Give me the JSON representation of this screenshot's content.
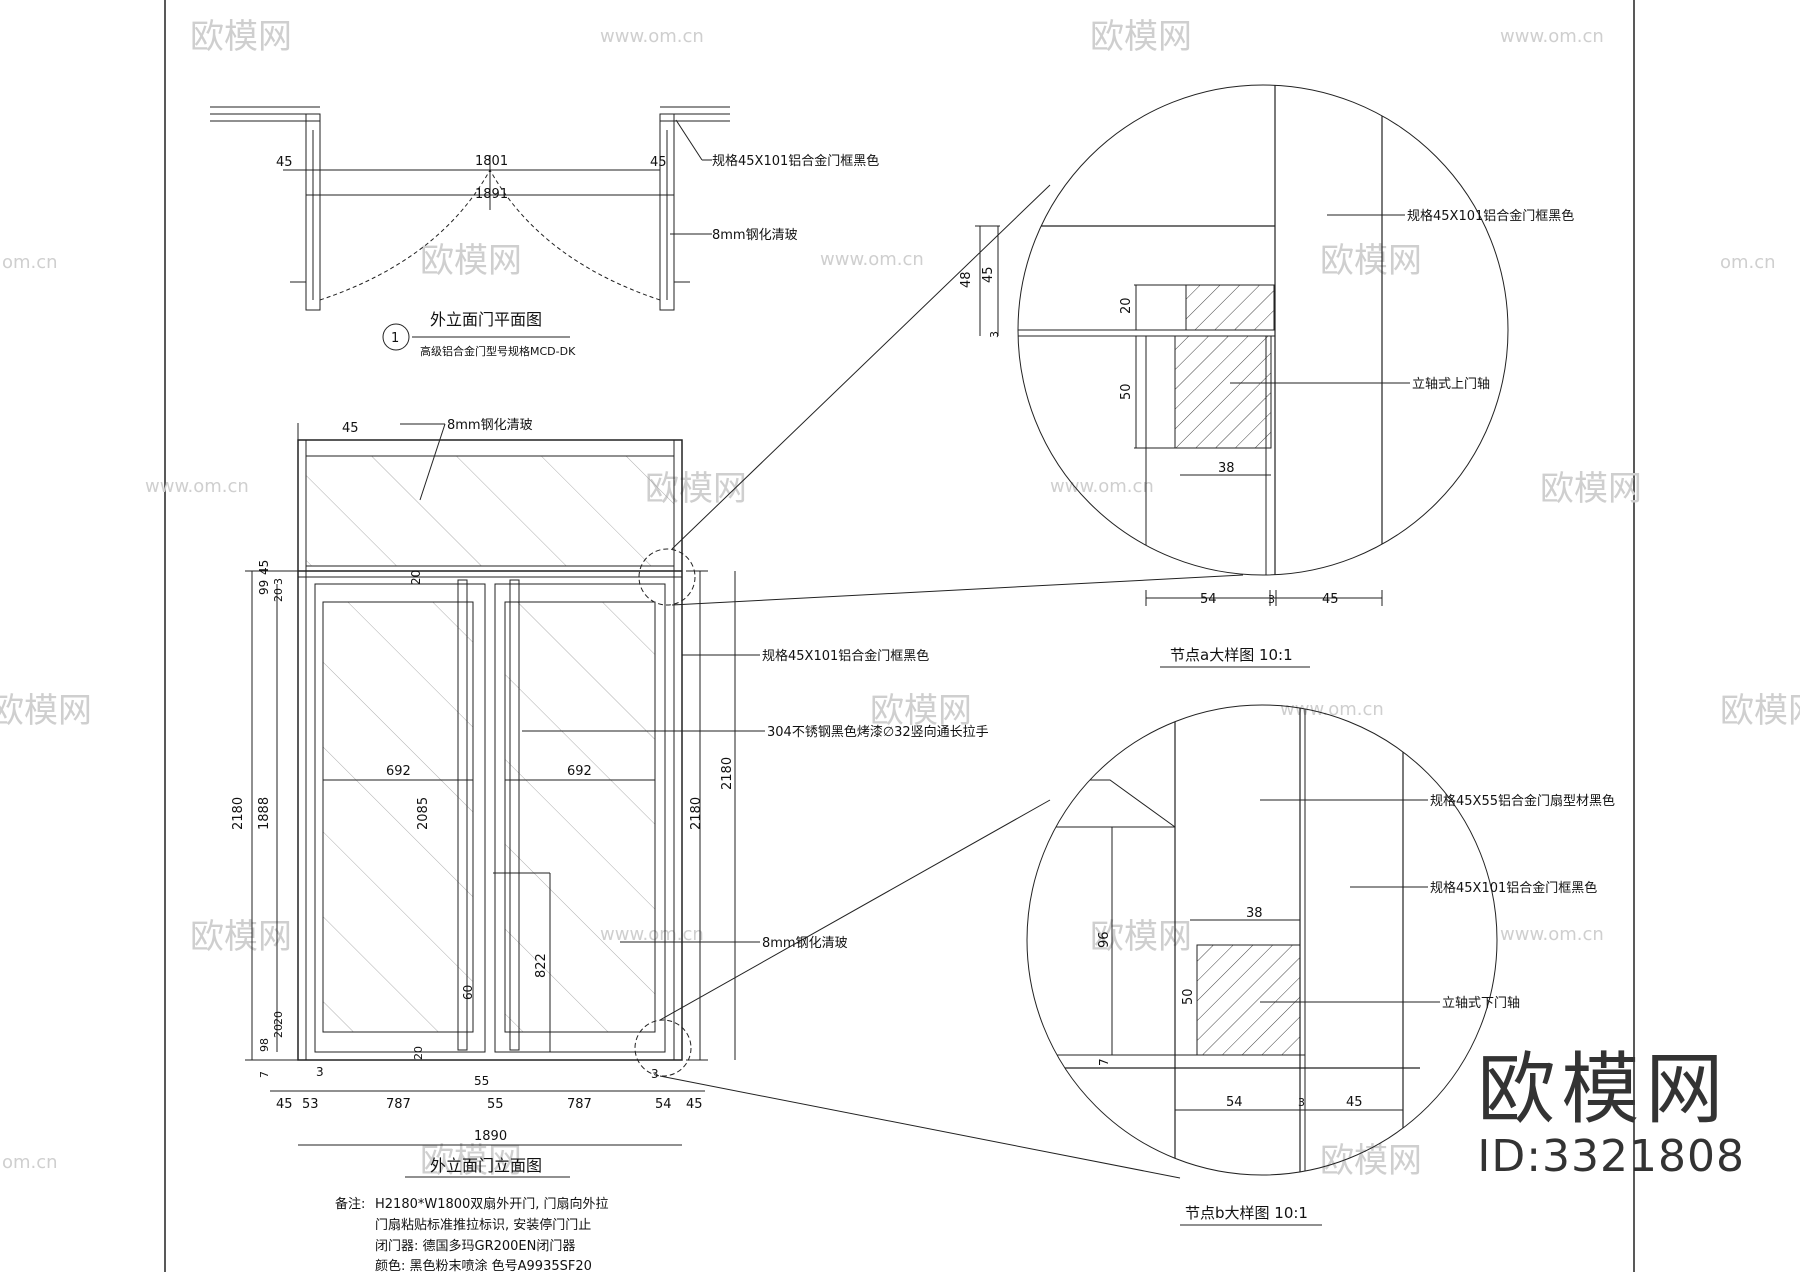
{
  "watermarks": {
    "brand": "欧模网",
    "url": "www.om.cn",
    "url_short": "om.cn",
    "brand_partial": "欧模网"
  },
  "plan": {
    "title": "外立面门平面图",
    "index": "1",
    "subtitle": "高级铝合金门型号规格MCD-DK",
    "dims": {
      "d1801": "1801",
      "d1891": "1891",
      "d45l": "45",
      "d45r": "45"
    },
    "notes": {
      "frame": "规格45X101铝合金门框黑色",
      "glass": "8mm钢化清玻"
    }
  },
  "elevation": {
    "title": "外立面门立面图",
    "notes": {
      "glass_top": "8mm钢化清玻",
      "frame": "规格45X101铝合金门框黑色",
      "handle": "304不锈钢黑色烤漆∅32竖向通长拉手",
      "glass": "8mm钢化清玻"
    },
    "dims": {
      "top45": "45",
      "h2180_l": "2180",
      "h1888": "1888",
      "h2085": "2085",
      "h2180_r": "2180",
      "w692_l": "692",
      "w692_r": "692",
      "h822": "822",
      "v60": "60",
      "s99": "99",
      "s45": "45",
      "s20": "20",
      "s3": "3",
      "s20b": "20",
      "b98": "98",
      "b20": "20",
      "b7": "7",
      "b20c": "20",
      "w45_l": "45",
      "w53": "53",
      "w787_l": "787",
      "w55": "55",
      "w787_r": "787",
      "w54": "54",
      "w45_r": "45",
      "w1890": "1890",
      "c3_l": "3",
      "c3_r": "3",
      "c55": "55",
      "c20": "20"
    }
  },
  "remarks": {
    "label": "备注:",
    "lines": [
      "H2180*W1800双扇外开门, 门扇向外拉",
      "门扇粘贴标准推拉标识, 安装停门门止",
      "闭门器: 德国多玛GR200EN闭门器",
      "颜色: 黑色粉末喷涂 色号A9935SF20"
    ]
  },
  "node_a": {
    "title": "节点a大样图 10:1",
    "notes": {
      "frame": "规格45X101铝合金门框黑色",
      "pivot": "立轴式上门轴"
    },
    "dims": {
      "d48": "48",
      "d45": "45",
      "d20": "20",
      "d3": "3",
      "d50": "50",
      "d38": "38",
      "d54": "54",
      "d3b": "3",
      "d45b": "45"
    }
  },
  "node_b": {
    "title": "节点b大样图 10:1",
    "notes": {
      "leaf": "规格45X55铝合金门扇型材黑色",
      "frame": "规格45X101铝合金门框黑色",
      "pivot": "立轴式下门轴"
    },
    "dims": {
      "d96": "96",
      "d38": "38",
      "d50": "50",
      "d7": "7",
      "d54": "54",
      "d3": "3",
      "d45": "45"
    }
  },
  "brand_block": {
    "name": "欧模网",
    "id": "ID:3321808"
  }
}
